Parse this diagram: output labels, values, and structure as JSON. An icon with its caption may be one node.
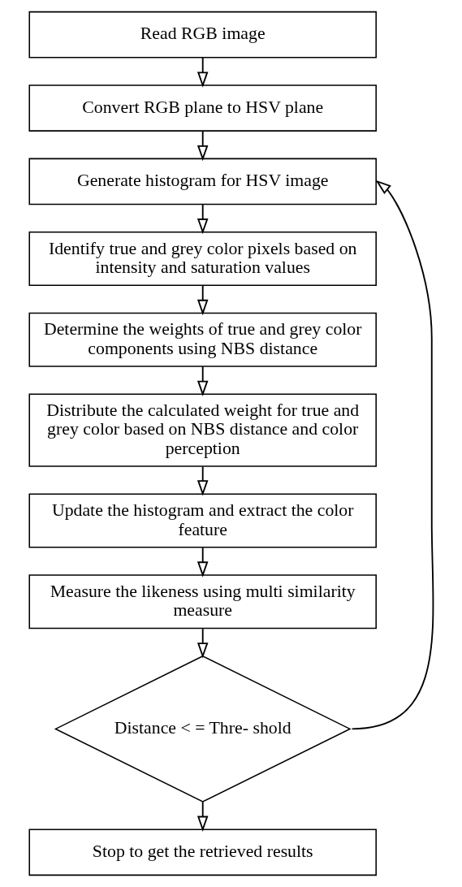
{
  "diagram": {
    "nodes": [
      {
        "text": [
          "Read RGB image"
        ]
      },
      {
        "text": [
          "Convert RGB plane to HSV plane"
        ]
      },
      {
        "text": [
          "Generate histogram for HSV image"
        ]
      },
      {
        "text": [
          "Identify true and grey color pixels based on intensity and saturation values"
        ]
      },
      {
        "text": [
          "Determine the weights of true and grey color components using NBS distance"
        ]
      },
      {
        "text": [
          "Distribute the calculated weight for true and grey color based on NBS distance and color perception"
        ]
      },
      {
        "text": [
          "Update the histogram and extract the color feature"
        ]
      },
      {
        "text": [
          "Measure the likeness using multi similarity measure"
        ]
      },
      {
        "text": [
          "Distance < = Thre- shold"
        ]
      },
      {
        "text": [
          "Stop to get the retrieved results"
        ]
      }
    ],
    "edges": [
      {
        "from": 0,
        "to": 1,
        "arrow": "to"
      },
      {
        "from": 1,
        "to": 2,
        "arrow": "to"
      },
      {
        "from": 2,
        "to": 3,
        "arrow": "to"
      },
      {
        "from": 3,
        "to": 4,
        "arrow": "to"
      },
      {
        "from": 4,
        "to": 5,
        "arrow": "to"
      },
      {
        "from": 5,
        "to": 6,
        "arrow": "to"
      },
      {
        "from": 6,
        "to": 7,
        "arrow": "to"
      },
      {
        "from": 7,
        "to": 8,
        "arrow": "to"
      },
      {
        "from": 8,
        "to": 9,
        "arrow": "to"
      },
      {
        "from": 8,
        "to": 2,
        "arrow": "to"
      }
    ]
  }
}
